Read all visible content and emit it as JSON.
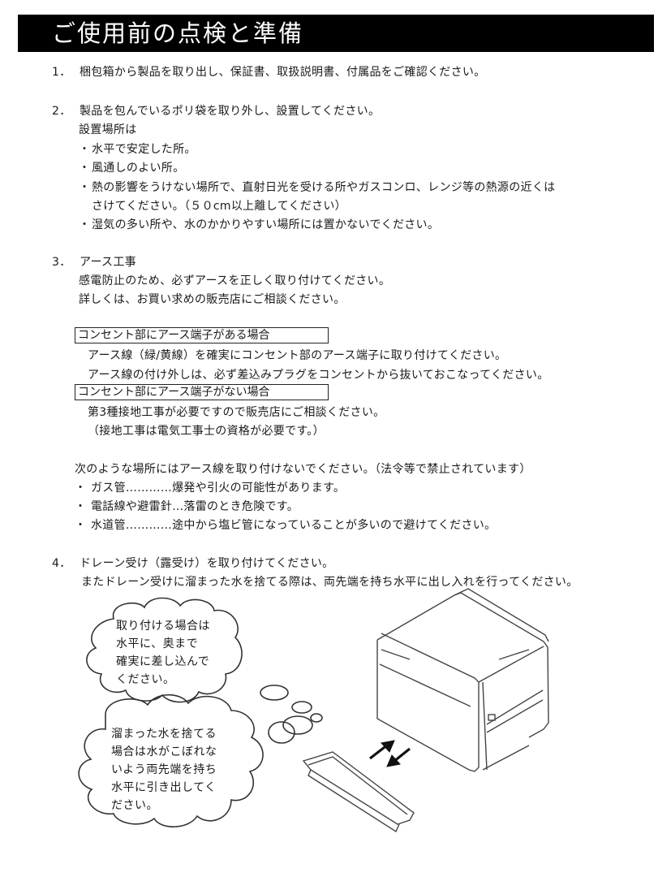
{
  "title": "ご使用前の点検と準備",
  "sections": [
    {
      "number": "1．",
      "heading": "梱包箱から製品を取り出し、保証書、取扱説明書、付属品をご確認ください。"
    },
    {
      "number": "2．",
      "heading": "製品を包んでいるポリ袋を取り外し、設置してください。",
      "subheading": "設置場所は",
      "bullets": [
        "水平で安定した所。",
        "風通しのよい所。",
        "熱の影響をうけない場所で、直射日光を受ける所やガスコンロ、レンジ等の熱源の近くは",
        "湿気の多い所や、水のかかりやすい場所には置かないでください。"
      ],
      "bullet_continuation": "さけてください。（５０cm以上離してください）"
    },
    {
      "number": "3．",
      "heading": "アース工事",
      "lines": [
        "感電防止のため、必ずアースを正しく取り付けてください。",
        "詳しくは、お買い求めの販売店にご相談ください。"
      ],
      "case_with_terminal": {
        "label": "コンセント部にアース端子がある場合",
        "lines": [
          "アース線（緑/黄線）を確実にコンセント部のアース端子に取り付けてください。",
          "アース線の付け外しは、必ず差込みプラグをコンセントから抜いておこなってください。"
        ]
      },
      "case_without_terminal": {
        "label": "コンセント部にアース端子がない場合",
        "lines": [
          "第3種接地工事が必要ですので販売店にご相談ください。",
          "（接地工事は電気工事士の資格が必要です。）"
        ]
      },
      "prohibited_intro": "次のような場所にはアース線を取り付けないでください。（法令等で禁止されています）",
      "prohibited": [
        "ガス管…………爆発や引火の可能性があります。",
        "電話線や避雷針…落雷のとき危険です。",
        "水道管…………途中から塩ビ管になっていることが多いので避けてください。"
      ]
    },
    {
      "number": "4．",
      "heading": "ドレーン受け（露受け）を取り付けてください。",
      "line": "またドレーン受けに溜まった水を捨てる際は、両先端を持ち水平に出し入れを行ってください。"
    }
  ],
  "bullet_mark": "・",
  "illustration": {
    "bubble_attach": "取り付ける場合は\n水平に、奥まで\n確実に差し込んで\nください。",
    "bubble_discard": "溜まった水を捨てる\n場合は水がこぼれな\nいよう両先端を持ち\n水平に引き出してく\nださい。"
  }
}
